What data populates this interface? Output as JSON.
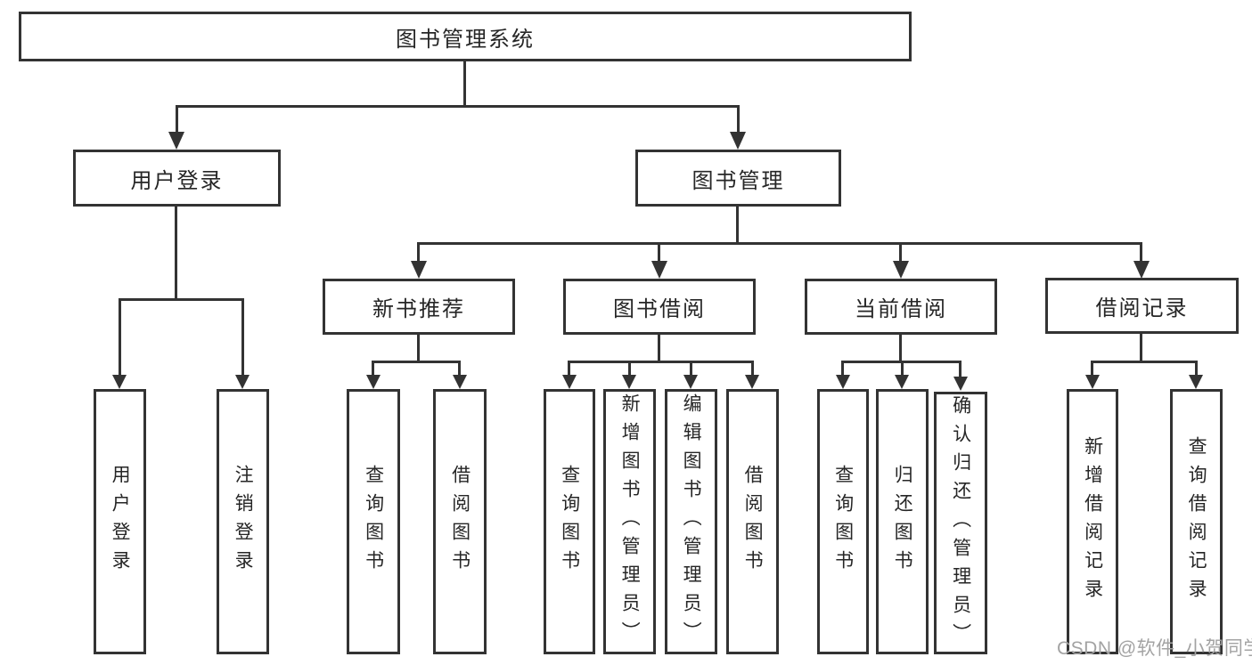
{
  "tree": {
    "label": "图书管理系统",
    "children": [
      {
        "label": "用户登录",
        "children": [
          {
            "label": "用户登录"
          },
          {
            "label": "注销登录"
          }
        ]
      },
      {
        "label": "图书管理",
        "children": [
          {
            "label": "新书推荐",
            "children": [
              {
                "label": "查询图书"
              },
              {
                "label": "借阅图书"
              }
            ]
          },
          {
            "label": "图书借阅",
            "children": [
              {
                "label": "查询图书"
              },
              {
                "label": "新增图书（管理员）"
              },
              {
                "label": "编辑图书（管理员）"
              },
              {
                "label": "借阅图书"
              }
            ]
          },
          {
            "label": "当前借阅",
            "children": [
              {
                "label": "查询图书"
              },
              {
                "label": "归还图书"
              },
              {
                "label": "确认归还（管理员）"
              }
            ]
          },
          {
            "label": "借阅记录",
            "children": [
              {
                "label": "新增借阅记录"
              },
              {
                "label": "查询借阅记录"
              }
            ]
          }
        ]
      }
    ]
  },
  "watermark": "CSDN @软件_小贺同学",
  "colors": {
    "line": "#333333",
    "text": "#262626",
    "watermark": "#a3a3a3",
    "background": "#ffffff"
  }
}
